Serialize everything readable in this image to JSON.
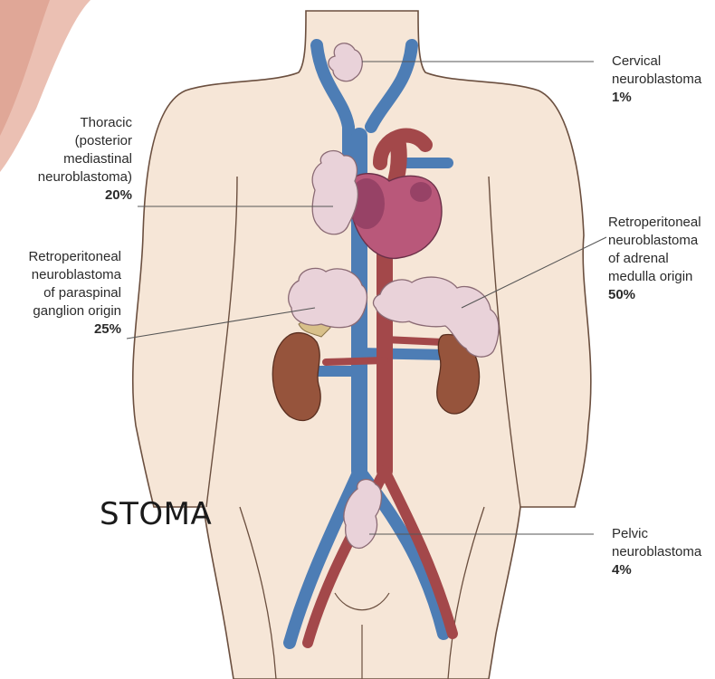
{
  "slide": {
    "partial_title": "STOMA"
  },
  "colors": {
    "skin": "#f6e6d7",
    "skin_outline": "#6b4f3f",
    "vein": "#4d7db5",
    "artery": "#a3484a",
    "heart": "#b9587a",
    "tumor": "#e9d2d9",
    "kidney": "#96543c",
    "adrenal_small": "#d8c08a",
    "slide_accent": "#e8b5a6"
  },
  "labels": {
    "cervical": {
      "lines": [
        "Cervical",
        "neuroblastoma"
      ],
      "pct": "1%"
    },
    "thoracic": {
      "lines": [
        "Thoracic",
        "(posterior",
        "mediastinal",
        "neuroblastoma)"
      ],
      "pct": "20%"
    },
    "paraspinal": {
      "lines": [
        "Retroperitoneal",
        "neuroblastoma",
        "of paraspinal",
        "ganglion origin"
      ],
      "pct": "25%"
    },
    "adrenal": {
      "lines": [
        "Retroperitoneal",
        "neuroblastoma",
        "of adrenal",
        "medulla origin"
      ],
      "pct": "50%"
    },
    "pelvic": {
      "lines": [
        "Pelvic",
        "neuroblastoma"
      ],
      "pct": "4%"
    }
  }
}
